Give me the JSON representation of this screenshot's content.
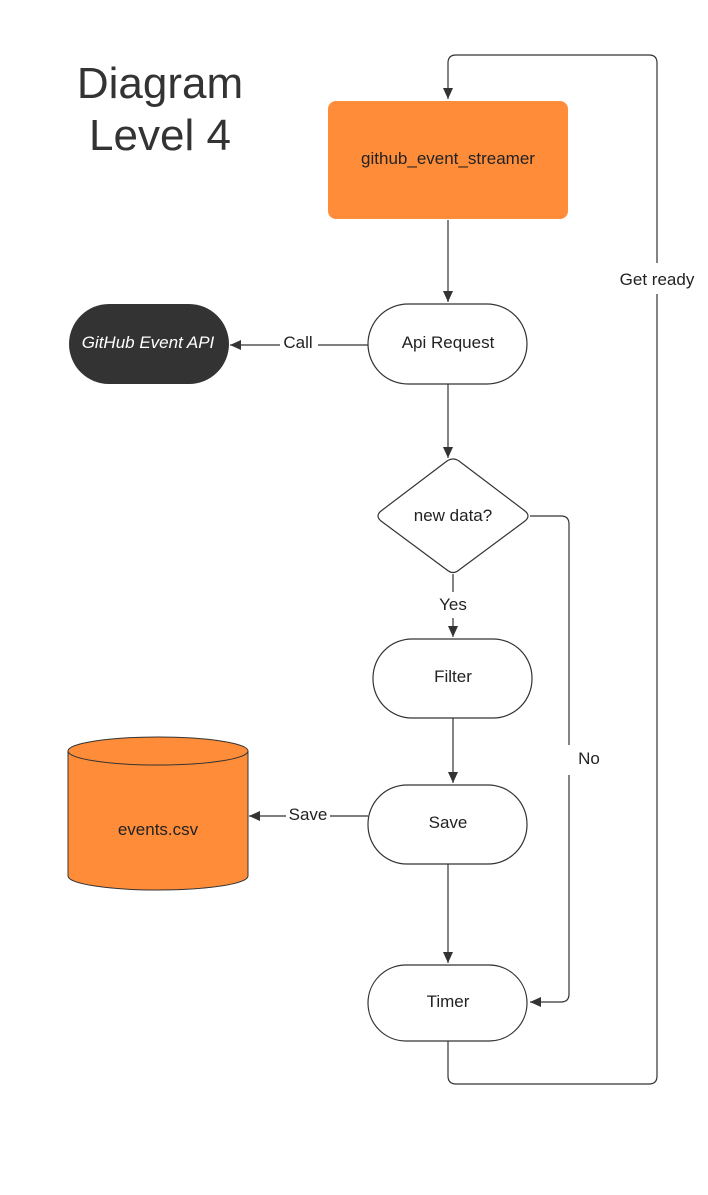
{
  "title": {
    "line1": "Diagram",
    "line2": "Level 4"
  },
  "nodes": {
    "streamer": "github_event_streamer",
    "api_request": "Api Request",
    "github_api": "GitHub Event API",
    "decision": "new data?",
    "filter": "Filter",
    "save": "Save",
    "timer": "Timer",
    "csv": "events.csv"
  },
  "edge_labels": {
    "call": "Call",
    "yes": "Yes",
    "no": "No",
    "save": "Save",
    "get_ready": "Get ready"
  },
  "colors": {
    "orange": "#FF8C38",
    "dark": "#333333",
    "stroke": "#333333"
  }
}
